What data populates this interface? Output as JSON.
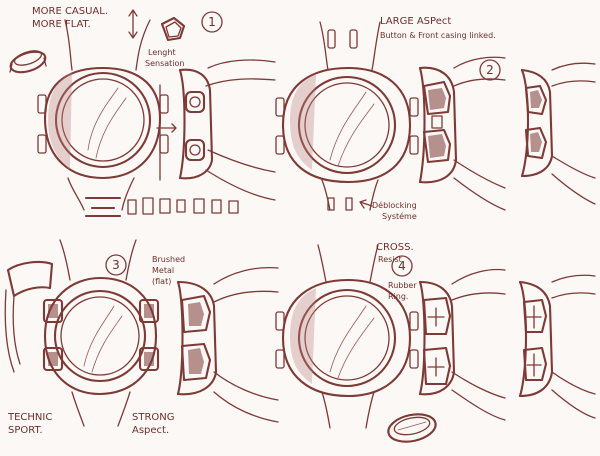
{
  "notes": {
    "more_casual": "MORE CASUAL.",
    "more_flat": "MORE FLAT.",
    "lenght": "Lenght",
    "sensation": "Sensation",
    "large_aspect": "LARGE ASPect",
    "button_front": "Button & Front casing linked.",
    "deblocking": "Déblocking",
    "systeme": "Systéme",
    "brushed": "Brushed",
    "metal": "Metal",
    "flat": "(flat)",
    "technic": "TECHNIC",
    "sport": "SPORT.",
    "strong": "STRONG",
    "aspect": "Aspect.",
    "cross": "CROSS.",
    "resist": "Resist",
    "rubber": "Rubber",
    "ring": "Ring."
  },
  "concepts": [
    {
      "number": "1"
    },
    {
      "number": "2"
    },
    {
      "number": "3"
    },
    {
      "number": "4"
    }
  ],
  "colors": {
    "ink": "#7e3a36",
    "paper": "#fbf8f6"
  }
}
